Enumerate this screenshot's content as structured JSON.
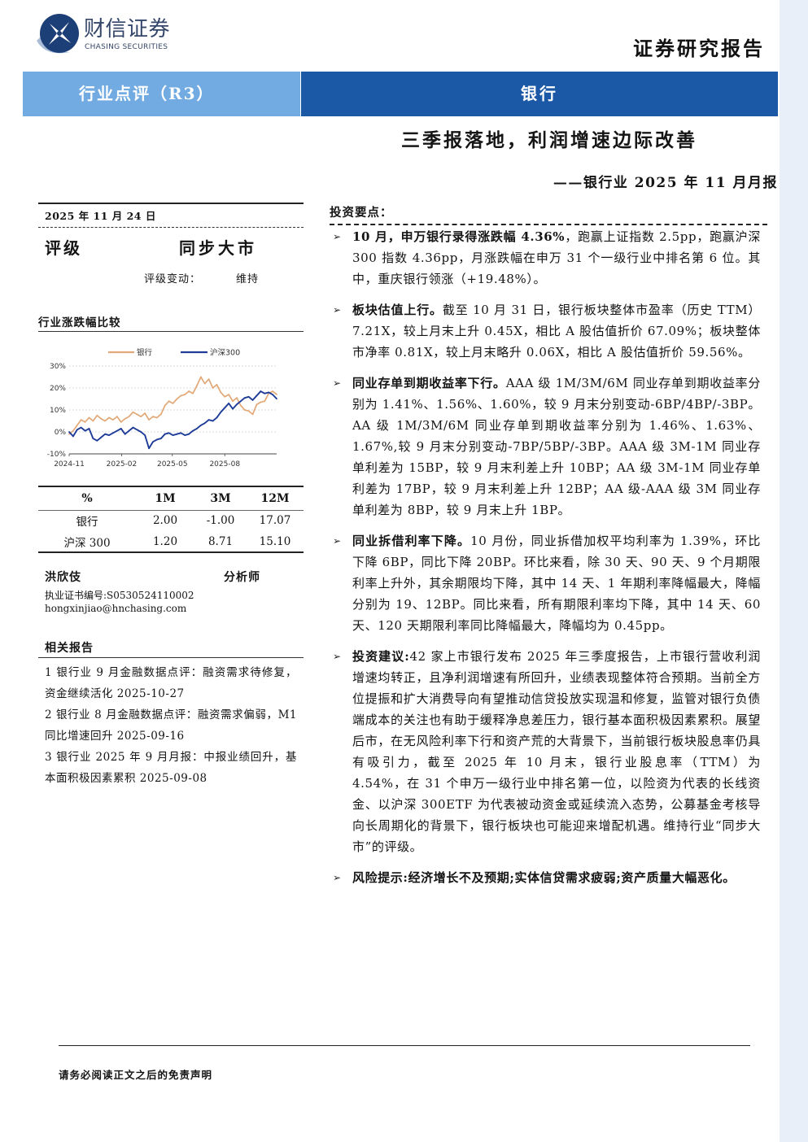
{
  "header": {
    "logo_cn": "财信证券",
    "logo_en": "CHASING SECURITIES",
    "doc_type": "证券研究报告"
  },
  "banner": {
    "left": "行业点评（R3）",
    "right": "银行"
  },
  "title": "三季报落地，利润增速边际改善",
  "subtitle": "——银行业 2025 年 11 月月报",
  "sidebar": {
    "date": "2025 年 11 月 24 日",
    "rating_label": "评级",
    "rating_value": "同步大市",
    "rating_change_label": "评级变动：",
    "rating_change_value": "维持",
    "chart_heading": "行业涨跌幅比较",
    "perf_table": {
      "headers": [
        "%",
        "1M",
        "3M",
        "12M"
      ],
      "rows": [
        [
          "银行",
          "2.00",
          "-1.00",
          "17.07"
        ],
        [
          "沪深 300",
          "1.20",
          "8.71",
          "15.10"
        ]
      ]
    },
    "analyst": {
      "name": "洪欣伎",
      "role": "分析师",
      "cert": "执业证书编号:S0530524110002",
      "email": "hongxinjiao@hnchasing.com"
    },
    "related_heading": "相关报告",
    "related": [
      "1 银行业 9 月金融数据点评：融资需求待修复，资金继续活化 2025-10-27",
      "2 银行业 8 月金融数据点评：融资需求偏弱，M1 同比增速回升 2025-09-16",
      "3 银行业 2025 年 9 月月报：中报业绩回升，基本面积极因素累积 2025-09-08"
    ]
  },
  "main": {
    "heading": "投资要点：",
    "bullets": [
      {
        "bold": "10 月，申万银行录得涨跌幅 4.36%",
        "text": "，跑赢上证指数 2.5pp，跑赢沪深 300 指数 4.36pp，月涨跌幅在申万 31 个一级行业中排名第 6 位。其中，重庆银行领涨（+19.48%）。"
      },
      {
        "bold": "板块估值上行。",
        "text": "截至 10 月 31 日，银行板块整体市盈率（历史 TTM）7.21X，较上月末上升 0.45X，相比 A 股估值折价 67.09%；板块整体市净率 0.81X，较上月末略升 0.06X，相比 A 股估值折价 59.56%。"
      },
      {
        "bold": "同业存单到期收益率下行。",
        "text": "AAA 级 1M/3M/6M 同业存单到期收益率分别为 1.41%、1.56%、1.60%，较 9 月末分别变动-6BP/4BP/-3BP。AA 级 1M/3M/6M 同业存单到期收益率分别为 1.46%、1.63%、1.67%,较 9 月末分别变动-7BP/5BP/-3BP。AAA 级 3M-1M 同业存单利差为 15BP，较 9 月末利差上升 10BP；AA 级 3M-1M 同业存单利差为 17BP，较 9 月末利差上升 12BP；AA 级-AAA 级 3M 同业存单利差为 8BP，较 9 月末上升 1BP。"
      },
      {
        "bold": "同业拆借利率下降。",
        "text": "10 月份，同业拆借加权平均利率为 1.39%，环比下降 6BP，同比下降 20BP。环比来看，除 30 天、90 天、9 个月期限利率上升外，其余期限均下降，其中 14 天、1 年期利率降幅最大，降幅分别为 19、12BP。同比来看，所有期限利率均下降，其中 14 天、60 天、120 天期限利率同比降幅最大，降幅均为 0.45pp。"
      },
      {
        "bold": "投资建议:",
        "text": "42 家上市银行发布 2025 年三季度报告，上市银行营收利润增速均转正，且净利润增速有所回升，业绩表现整体符合预期。当前全方位提振和扩大消费导向有望推动信贷投放实现温和修复，监管对银行负债端成本的关注也有助于缓释净息差压力，银行基本面积极因素累积。展望后市，在无风险利率下行和资产荒的大背景下，当前银行板块股息率仍具有吸引力，截至 2025 年 10 月末，银行业股息率（TTM）为 4.54%，在 31 个申万一级行业中排名第一位，以险资为代表的长线资金、以沪深 300ETF 为代表被动资金或延续流入态势，公募基金考核导向长周期化的背景下，银行板块也可能迎来增配机遇。维持行业“同步大市”的评级。"
      },
      {
        "bold": "风险提示:经济增长不及预期;实体信贷需求疲弱;资产质量大幅恶化。",
        "text": ""
      }
    ]
  },
  "footer": {
    "disclaimer": "请务必阅读正文之后的免责声明"
  },
  "icons": {
    "logo": "logo-emblem-icon",
    "bullet": "arrow-bullet-icon"
  },
  "colors": {
    "banner_left": "#72abe2",
    "banner_right": "#1b58a5",
    "side_strip": "#e8eff8",
    "logo_navy": "#1d3f78"
  },
  "chart_data": {
    "type": "line",
    "x": [
      "2024-11-22",
      "2024-11-29",
      "2024-12-06",
      "2024-12-13",
      "2024-12-20",
      "2024-12-27",
      "2025-01-03",
      "2025-01-10",
      "2025-01-17",
      "2025-01-24",
      "2025-01-31",
      "2025-02-07",
      "2025-02-14",
      "2025-02-21",
      "2025-02-28",
      "2025-03-07",
      "2025-03-14",
      "2025-03-21",
      "2025-03-28",
      "2025-04-04",
      "2025-04-11",
      "2025-04-18",
      "2025-04-25",
      "2025-05-02",
      "2025-05-09",
      "2025-05-16",
      "2025-05-23",
      "2025-05-30",
      "2025-06-06",
      "2025-06-13",
      "2025-06-20",
      "2025-06-27",
      "2025-07-04",
      "2025-07-11",
      "2025-07-18",
      "2025-07-25",
      "2025-08-01",
      "2025-08-08",
      "2025-08-15",
      "2025-08-22",
      "2025-08-29",
      "2025-09-05",
      "2025-09-12",
      "2025-09-19",
      "2025-09-26",
      "2025-10-03",
      "2025-10-10",
      "2025-10-17",
      "2025-10-24",
      "2025-10-31",
      "2025-11-07",
      "2025-11-14",
      "2025-11-21"
    ],
    "series": [
      {
        "name": "银行",
        "color": "#e2a877",
        "values": [
          -1.0,
          0.5,
          3.0,
          5.5,
          4.5,
          6.5,
          5.0,
          7.5,
          6.0,
          5.0,
          6.5,
          5.5,
          7.0,
          4.5,
          6.0,
          7.0,
          9.0,
          8.0,
          7.0,
          8.5,
          5.5,
          7.0,
          6.5,
          8.0,
          12.0,
          14.0,
          13.0,
          15.0,
          16.5,
          17.0,
          18.5,
          17.5,
          21.0,
          25.0,
          22.0,
          24.0,
          20.0,
          21.5,
          18.0,
          16.0,
          17.0,
          14.0,
          15.5,
          12.0,
          10.0,
          9.5,
          8.0,
          12.5,
          13.5,
          14.0,
          17.5,
          18.5,
          17.1
        ]
      },
      {
        "name": "沪深300",
        "color": "#1e3c98",
        "values": [
          0.0,
          -2.0,
          1.0,
          2.0,
          0.5,
          1.5,
          -3.0,
          -4.0,
          -2.5,
          -1.0,
          -1.5,
          -0.5,
          0.5,
          1.5,
          -1.0,
          0.5,
          2.0,
          1.0,
          0.0,
          -1.5,
          -7.5,
          -4.5,
          -3.5,
          -3.0,
          -1.0,
          -0.5,
          -1.5,
          -1.0,
          -0.5,
          -1.5,
          -1.0,
          0.5,
          1.5,
          3.0,
          4.0,
          5.5,
          5.0,
          6.5,
          9.0,
          11.0,
          13.0,
          10.5,
          12.5,
          14.0,
          15.5,
          16.0,
          14.5,
          16.5,
          18.5,
          17.5,
          18.0,
          17.0,
          15.1
        ]
      }
    ],
    "ylim": [
      -10,
      30
    ],
    "y_ticks": [
      30,
      20,
      10,
      0,
      -10
    ],
    "y_tick_labels": [
      "30%",
      "20%",
      "10%",
      "0%",
      "-10%"
    ],
    "x_tick_labels": [
      "2024-11",
      "2025-02",
      "2025-05",
      "2025-08"
    ],
    "grid": true,
    "legend": "top"
  }
}
